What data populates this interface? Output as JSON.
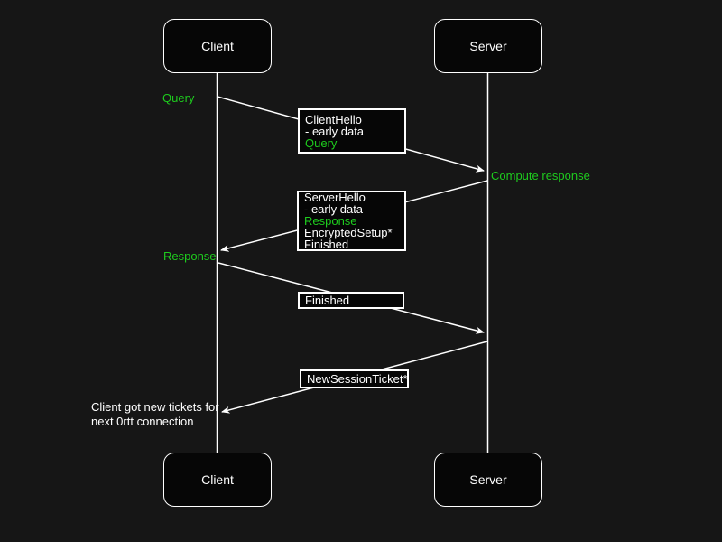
{
  "colors": {
    "background": "#161616",
    "foreground": "#ffffff",
    "green": "#1ecb1e",
    "box_fill": "#060606"
  },
  "actors": {
    "top": [
      {
        "label": "Client"
      },
      {
        "label": "Server"
      }
    ],
    "bottom": [
      {
        "label": "Client"
      },
      {
        "label": "Server"
      }
    ]
  },
  "messages": [
    {
      "name": "client-hello",
      "lines": [
        {
          "text": "ClientHello",
          "green": false
        },
        {
          "text": "- early data",
          "green": false
        },
        {
          "text": "Query",
          "green": true
        }
      ]
    },
    {
      "name": "server-hello",
      "lines": [
        {
          "text": "ServerHello",
          "green": false
        },
        {
          "text": "- early data",
          "green": false
        },
        {
          "text": "Response",
          "green": true
        },
        {
          "text": "EncryptedSetup*",
          "green": false
        },
        {
          "text": "Finished",
          "green": false
        }
      ]
    },
    {
      "name": "finished",
      "lines": [
        {
          "text": "Finished",
          "green": false
        }
      ]
    },
    {
      "name": "new-session-ticket",
      "lines": [
        {
          "text": "NewSessionTicket*",
          "green": false
        }
      ]
    }
  ],
  "annotations": {
    "query": "Query",
    "compute_response": "Compute response",
    "response": "Response",
    "note": [
      "Client got new tickets for",
      "next 0rtt connection"
    ]
  }
}
